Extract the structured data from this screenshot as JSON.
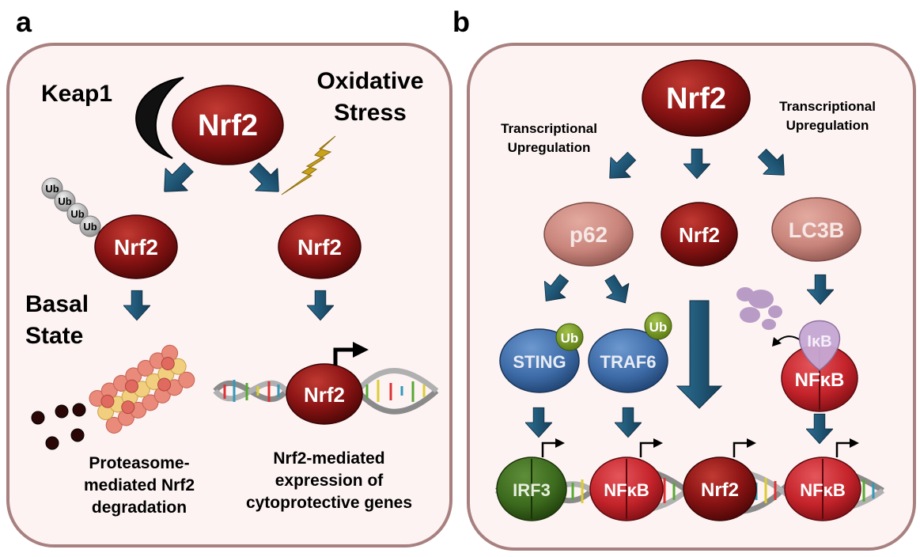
{
  "panel_a": {
    "letter": "a",
    "keap1": "Keap1",
    "oxidative_line1": "Oxidative",
    "oxidative_line2": "Stress",
    "nrf2_top": "Nrf2",
    "nrf2_left": "Nrf2",
    "nrf2_right": "Nrf2",
    "nrf2_dna": "Nrf2",
    "ub": [
      "Ub",
      "Ub",
      "Ub",
      "Ub"
    ],
    "basal_line1": "Basal",
    "basal_line2": "State",
    "proteasome_lines": [
      "Proteasome-",
      "mediated Nrf2",
      "degradation"
    ],
    "mediated_lines": [
      "Nrf2-mediated",
      "expression of",
      "cytoprotective genes"
    ]
  },
  "panel_b": {
    "letter": "b",
    "nrf2_top": "Nrf2",
    "tu_left_line1": "Transcriptional",
    "tu_left_line2": "Upregulation",
    "tu_right_line1": "Transcriptional",
    "tu_right_line2": "Upregulation",
    "p62": "p62",
    "nrf2_mid": "Nrf2",
    "lc3b": "LC3B",
    "sting": "STING",
    "traf6": "TRAF6",
    "ub_sting": "Ub",
    "ub_traf6": "Ub",
    "ikb": "IκB",
    "nfkb_mid": "NFκB",
    "irf3": "IRF3",
    "nfkb_dna1": "NFκB",
    "nrf2_dna": "Nrf2",
    "nfkb_dna2": "NFκB"
  },
  "colors": {
    "nrf2": "#8b1414",
    "pink_node": "#c9857c",
    "blue_node": "#3e6ca8",
    "green_node": "#3d6b1e",
    "red_node": "#c4232a",
    "arrow": "#1f5577",
    "bolt": "#c9a21a",
    "ikb": "#c6a8d4",
    "panel_border": "#a88080",
    "panel_fill": "#fdf3f3"
  }
}
